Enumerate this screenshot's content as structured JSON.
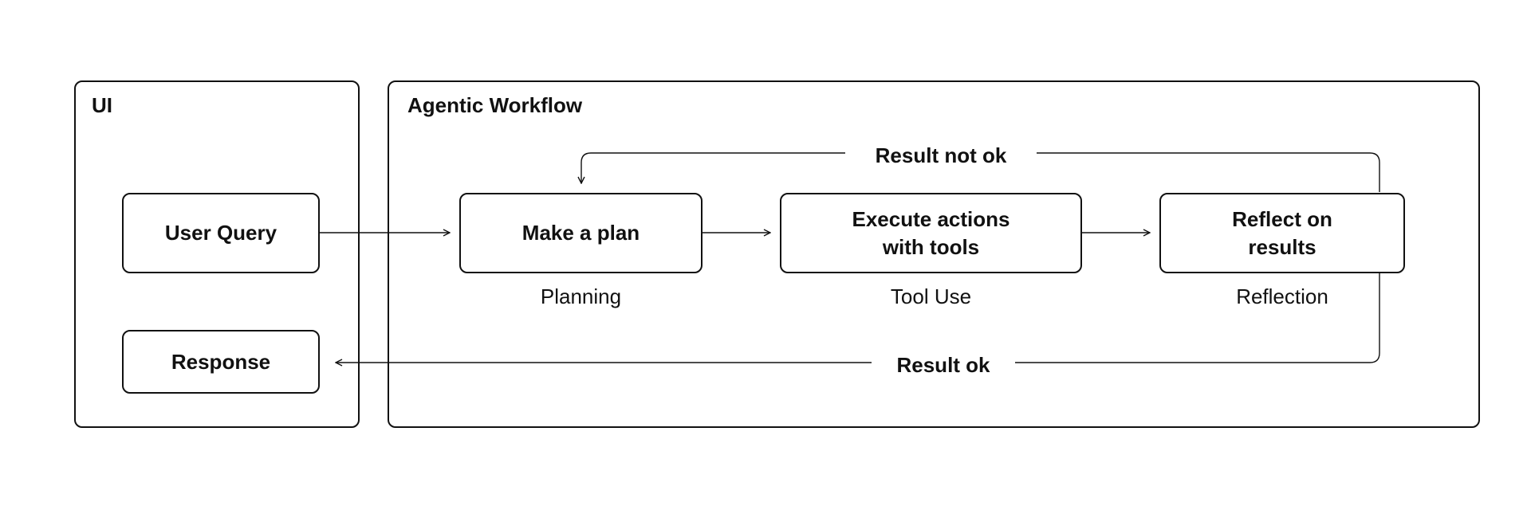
{
  "ui_panel": {
    "title": "UI"
  },
  "workflow_panel": {
    "title": "Agentic Workflow"
  },
  "nodes": {
    "user_query": "User Query",
    "response": "Response",
    "make_plan": "Make a plan",
    "execute_actions": "Execute actions\nwith tools",
    "reflect": "Reflect on\nresults"
  },
  "captions": {
    "planning": "Planning",
    "tool_use": "Tool Use",
    "reflection": "Reflection"
  },
  "edge_labels": {
    "result_not_ok": "Result not ok",
    "result_ok": "Result ok"
  },
  "colors": {
    "stroke": "#111111",
    "background": "#ffffff"
  }
}
